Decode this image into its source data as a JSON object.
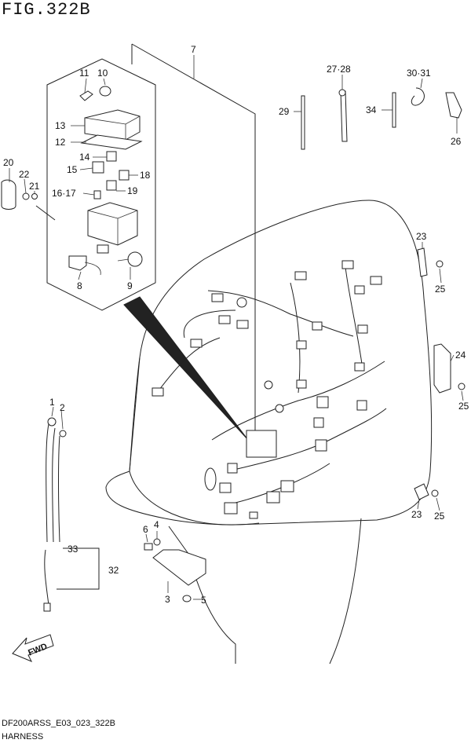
{
  "figure": {
    "title": "FIG.322B",
    "footer_code": "DF200ARSS_E03_023_322B",
    "footer_name": "HARNESS"
  },
  "callouts": [
    {
      "id": "c7",
      "text": "7"
    },
    {
      "id": "c11",
      "text": "11"
    },
    {
      "id": "c10",
      "text": "10"
    },
    {
      "id": "c13",
      "text": "13"
    },
    {
      "id": "c12",
      "text": "12"
    },
    {
      "id": "c14",
      "text": "14"
    },
    {
      "id": "c15",
      "text": "15"
    },
    {
      "id": "c18",
      "text": "18"
    },
    {
      "id": "c1617",
      "text": "16·17"
    },
    {
      "id": "c19",
      "text": "19"
    },
    {
      "id": "c8",
      "text": "8"
    },
    {
      "id": "c9",
      "text": "9"
    },
    {
      "id": "c20",
      "text": "20"
    },
    {
      "id": "c22",
      "text": "22"
    },
    {
      "id": "c21",
      "text": "21"
    },
    {
      "id": "c2728",
      "text": "27·28"
    },
    {
      "id": "c3031",
      "text": "30·31"
    },
    {
      "id": "c29",
      "text": "29"
    },
    {
      "id": "c34",
      "text": "34"
    },
    {
      "id": "c26",
      "text": "26"
    },
    {
      "id": "c23a",
      "text": "23"
    },
    {
      "id": "c25a",
      "text": "25"
    },
    {
      "id": "c24",
      "text": "24"
    },
    {
      "id": "c25b",
      "text": "25"
    },
    {
      "id": "c23b",
      "text": "23"
    },
    {
      "id": "c25c",
      "text": "25"
    },
    {
      "id": "c1",
      "text": "1"
    },
    {
      "id": "c2",
      "text": "2"
    },
    {
      "id": "c33",
      "text": "33"
    },
    {
      "id": "c32",
      "text": "32"
    },
    {
      "id": "c4",
      "text": "4"
    },
    {
      "id": "c6",
      "text": "6"
    },
    {
      "id": "c3",
      "text": "3"
    },
    {
      "id": "c5",
      "text": "5"
    }
  ],
  "direction_arrow": {
    "label": "FWD"
  }
}
